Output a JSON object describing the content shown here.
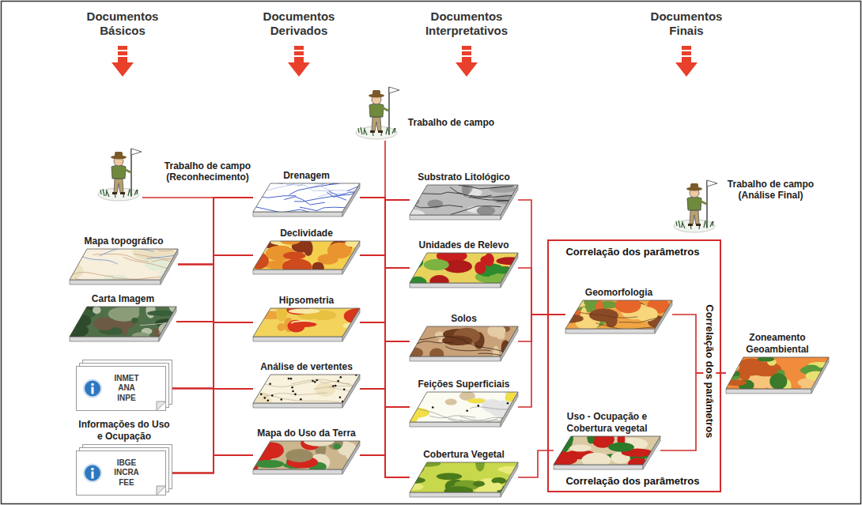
{
  "diagram": {
    "nodes": [
      {
        "text": [
          "Mapa topográfico"
        ]
      },
      {
        "text": [
          "Carta Imagem"
        ]
      },
      {
        "text": [
          "INMET ANA INPE"
        ]
      },
      {
        "text": [
          "Informações do Uso e Ocupação",
          "IBGE INCRA FEE"
        ]
      },
      {
        "text": [
          "Drenagem"
        ]
      },
      {
        "text": [
          "Declividade"
        ]
      },
      {
        "text": [
          "Hipsometria"
        ]
      },
      {
        "text": [
          "Análise de vertentes"
        ]
      },
      {
        "text": [
          "Mapa do Uso da Terra"
        ]
      },
      {
        "text": [
          "Substrato Litológico"
        ]
      },
      {
        "text": [
          "Unidades de Relevo"
        ]
      },
      {
        "text": [
          "Solos"
        ]
      },
      {
        "text": [
          "Feições Superficiais"
        ]
      },
      {
        "text": [
          "Cobertura Vegetal"
        ]
      },
      {
        "text": [
          "Correlação dos parâmetros",
          "Correlação dos parâmetros",
          "Correlação dos parâmetros"
        ]
      },
      {
        "text": [
          "Geomorfologia"
        ],
        "in": 14
      },
      {
        "text": [
          "Uso - Ocupação e Cobertura vegetal"
        ],
        "in": 14
      },
      {
        "text": [
          "Zoneamento Geoambiental"
        ]
      }
    ],
    "edges": [
      {
        "from": 0,
        "to": 4,
        "arrow": "none"
      },
      {
        "from": 0,
        "to": 5,
        "arrow": "none"
      },
      {
        "from": 0,
        "to": 6,
        "arrow": "none"
      },
      {
        "from": 0,
        "to": 7,
        "arrow": "none"
      },
      {
        "from": 0,
        "to": 8,
        "arrow": "none"
      },
      {
        "from": 1,
        "to": 4,
        "arrow": "none"
      },
      {
        "from": 1,
        "to": 5,
        "arrow": "none"
      },
      {
        "from": 1,
        "to": 6,
        "arrow": "none"
      },
      {
        "from": 1,
        "to": 7,
        "arrow": "none"
      },
      {
        "from": 1,
        "to": 8,
        "arrow": "none"
      },
      {
        "from": 2,
        "to": 4,
        "arrow": "none"
      },
      {
        "from": 2,
        "to": 5,
        "arrow": "none"
      },
      {
        "from": 2,
        "to": 6,
        "arrow": "none"
      },
      {
        "from": 2,
        "to": 7,
        "arrow": "none"
      },
      {
        "from": 2,
        "to": 8,
        "arrow": "none"
      },
      {
        "from": 3,
        "to": 4,
        "arrow": "none"
      },
      {
        "from": 3,
        "to": 5,
        "arrow": "none"
      },
      {
        "from": 3,
        "to": 6,
        "arrow": "none"
      },
      {
        "from": 3,
        "to": 7,
        "arrow": "none"
      },
      {
        "from": 3,
        "to": 8,
        "arrow": "none"
      },
      {
        "from": 4,
        "to": 9,
        "arrow": "none"
      },
      {
        "from": 4,
        "to": 10,
        "arrow": "none"
      },
      {
        "from": 4,
        "to": 11,
        "arrow": "none"
      },
      {
        "from": 4,
        "to": 12,
        "arrow": "none"
      },
      {
        "from": 4,
        "to": 13,
        "arrow": "none"
      },
      {
        "from": 5,
        "to": 9,
        "arrow": "none"
      },
      {
        "from": 5,
        "to": 10,
        "arrow": "none"
      },
      {
        "from": 5,
        "to": 11,
        "arrow": "none"
      },
      {
        "from": 5,
        "to": 12,
        "arrow": "none"
      },
      {
        "from": 5,
        "to": 13,
        "arrow": "none"
      },
      {
        "from": 6,
        "to": 9,
        "arrow": "none"
      },
      {
        "from": 6,
        "to": 10,
        "arrow": "none"
      },
      {
        "from": 6,
        "to": 11,
        "arrow": "none"
      },
      {
        "from": 6,
        "to": 12,
        "arrow": "none"
      },
      {
        "from": 6,
        "to": 13,
        "arrow": "none"
      },
      {
        "from": 7,
        "to": 9,
        "arrow": "none"
      },
      {
        "from": 7,
        "to": 10,
        "arrow": "none"
      },
      {
        "from": 7,
        "to": 11,
        "arrow": "none"
      },
      {
        "from": 7,
        "to": 12,
        "arrow": "none"
      },
      {
        "from": 7,
        "to": 13,
        "arrow": "none"
      },
      {
        "from": 8,
        "to": 9,
        "arrow": "none"
      },
      {
        "from": 8,
        "to": 10,
        "arrow": "none"
      },
      {
        "from": 8,
        "to": 11,
        "arrow": "none"
      },
      {
        "from": 8,
        "to": 12,
        "arrow": "none"
      },
      {
        "from": 8,
        "to": 13,
        "arrow": "none"
      },
      {
        "from": 9,
        "to": 15,
        "arrow": "none"
      },
      {
        "from": 10,
        "to": 15,
        "arrow": "none"
      },
      {
        "from": 11,
        "to": 15,
        "arrow": "none"
      },
      {
        "from": 12,
        "to": 15,
        "arrow": "none"
      },
      {
        "from": 13,
        "to": 16,
        "arrow": "none"
      },
      {
        "from": 15,
        "to": 17,
        "arrow": "none"
      },
      {
        "from": 16,
        "to": 17,
        "arrow": "none"
      }
    ],
    "labels": [
      "Documentos Básicos",
      "Documentos Derivados",
      "Documentos Interpretativos",
      "Documentos Finais",
      "Trabalho de campo (Reconhecimento)",
      "Trabalho de campo",
      "Trabalho de campo (Análise Final)"
    ]
  }
}
